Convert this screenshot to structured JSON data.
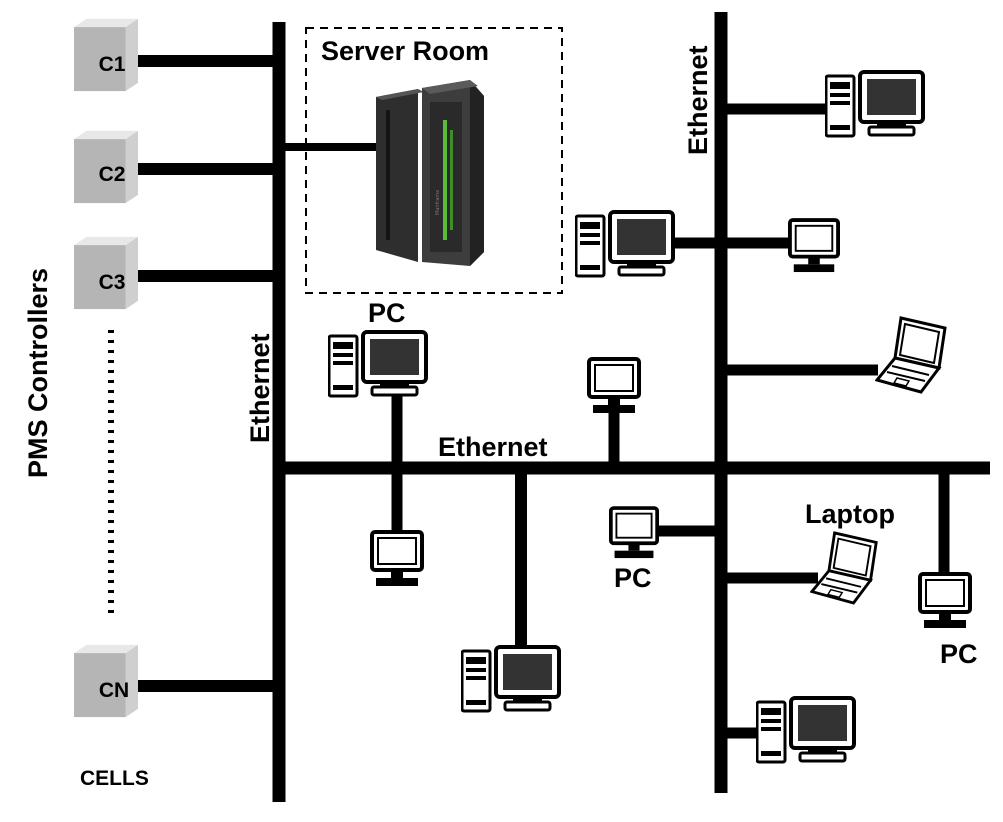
{
  "side_label": "PMS Controllers",
  "cells_label": "CELLS",
  "controllers": [
    "C1",
    "C2",
    "C3",
    "CN"
  ],
  "ellipsis": "......",
  "server_room_label": "Server Room",
  "ethernet_labels": {
    "vertical_left": "Ethernet",
    "vertical_right": "Ethernet",
    "horizontal": "Ethernet"
  },
  "device_labels": {
    "pc_top": "PC",
    "pc_middle": "PC",
    "pc_right": "PC",
    "laptop": "Laptop"
  },
  "server_brand_text": "Manframe",
  "colors": {
    "line": "#000000",
    "cube_front": "#b9b9b9",
    "cube_side": "#d9d9d9",
    "server_body": "#3a3a3a",
    "server_accent": "#5dbb3a"
  }
}
